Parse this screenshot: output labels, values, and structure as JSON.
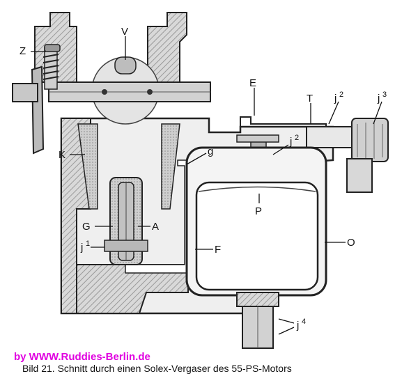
{
  "labels": {
    "V": "V",
    "Z": "Z",
    "E": "E",
    "T": "T",
    "j2a_base": "j",
    "j2a_sup": "2",
    "j3_base": "j",
    "j3_sup": "3",
    "j2b_base": "j",
    "j2b_sup": "2",
    "g": "g",
    "K": "K",
    "P": "P",
    "G": "G",
    "A": "A",
    "j1_base": "j",
    "j1_sup": "1",
    "F": "F",
    "O": "O",
    "j4_base": "j",
    "j4_sup": "4"
  },
  "watermark": "by  WWW.Ruddies-Berlin.de",
  "caption": "Bild 21. Schnitt durch einen Solex-Vergaser des 55-PS-Motors"
}
